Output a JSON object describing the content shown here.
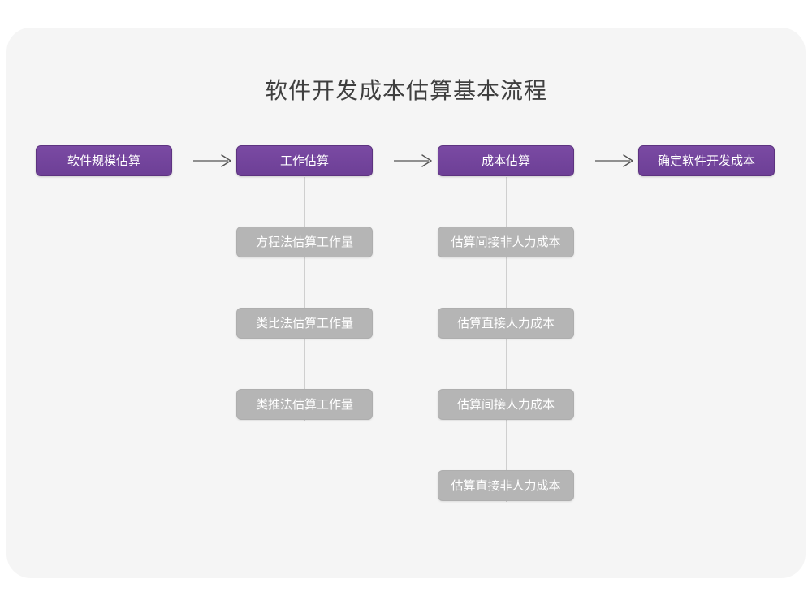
{
  "diagram": {
    "title": "软件开发成本估算基本流程",
    "colors": {
      "canvas": "#ffffff",
      "card": "#f5f5f5",
      "primary": "#70409a",
      "secondary": "#b5b5b5",
      "connector": "#cfcfcf",
      "arrow": "#555555",
      "title_text": "#3f3f3f",
      "node_text": "#ffffff"
    },
    "type": "flowchart",
    "main_flow": [
      {
        "id": "step1",
        "label": "软件规模估算"
      },
      {
        "id": "step2",
        "label": "工作估算"
      },
      {
        "id": "step3",
        "label": "成本估算"
      },
      {
        "id": "step4",
        "label": "确定软件开发成本"
      }
    ],
    "connectors": [
      {
        "id": "arrow-1",
        "from": "step1",
        "to": "step2",
        "glyph": "right-arrow"
      },
      {
        "id": "arrow-2",
        "from": "step2",
        "to": "step3",
        "glyph": "right-arrow"
      },
      {
        "id": "arrow-3",
        "from": "step3",
        "to": "step4",
        "glyph": "right-arrow"
      }
    ],
    "branches": [
      {
        "parent": "step2",
        "items": [
          {
            "label": "方程法估算工作量"
          },
          {
            "label": "类比法估算工作量"
          },
          {
            "label": "类推法估算工作量"
          }
        ]
      },
      {
        "parent": "step3",
        "items": [
          {
            "label": "估算间接非人力成本"
          },
          {
            "label": "估算直接人力成本"
          },
          {
            "label": "估算间接人力成本"
          },
          {
            "label": "估算直接非人力成本"
          }
        ]
      }
    ]
  }
}
